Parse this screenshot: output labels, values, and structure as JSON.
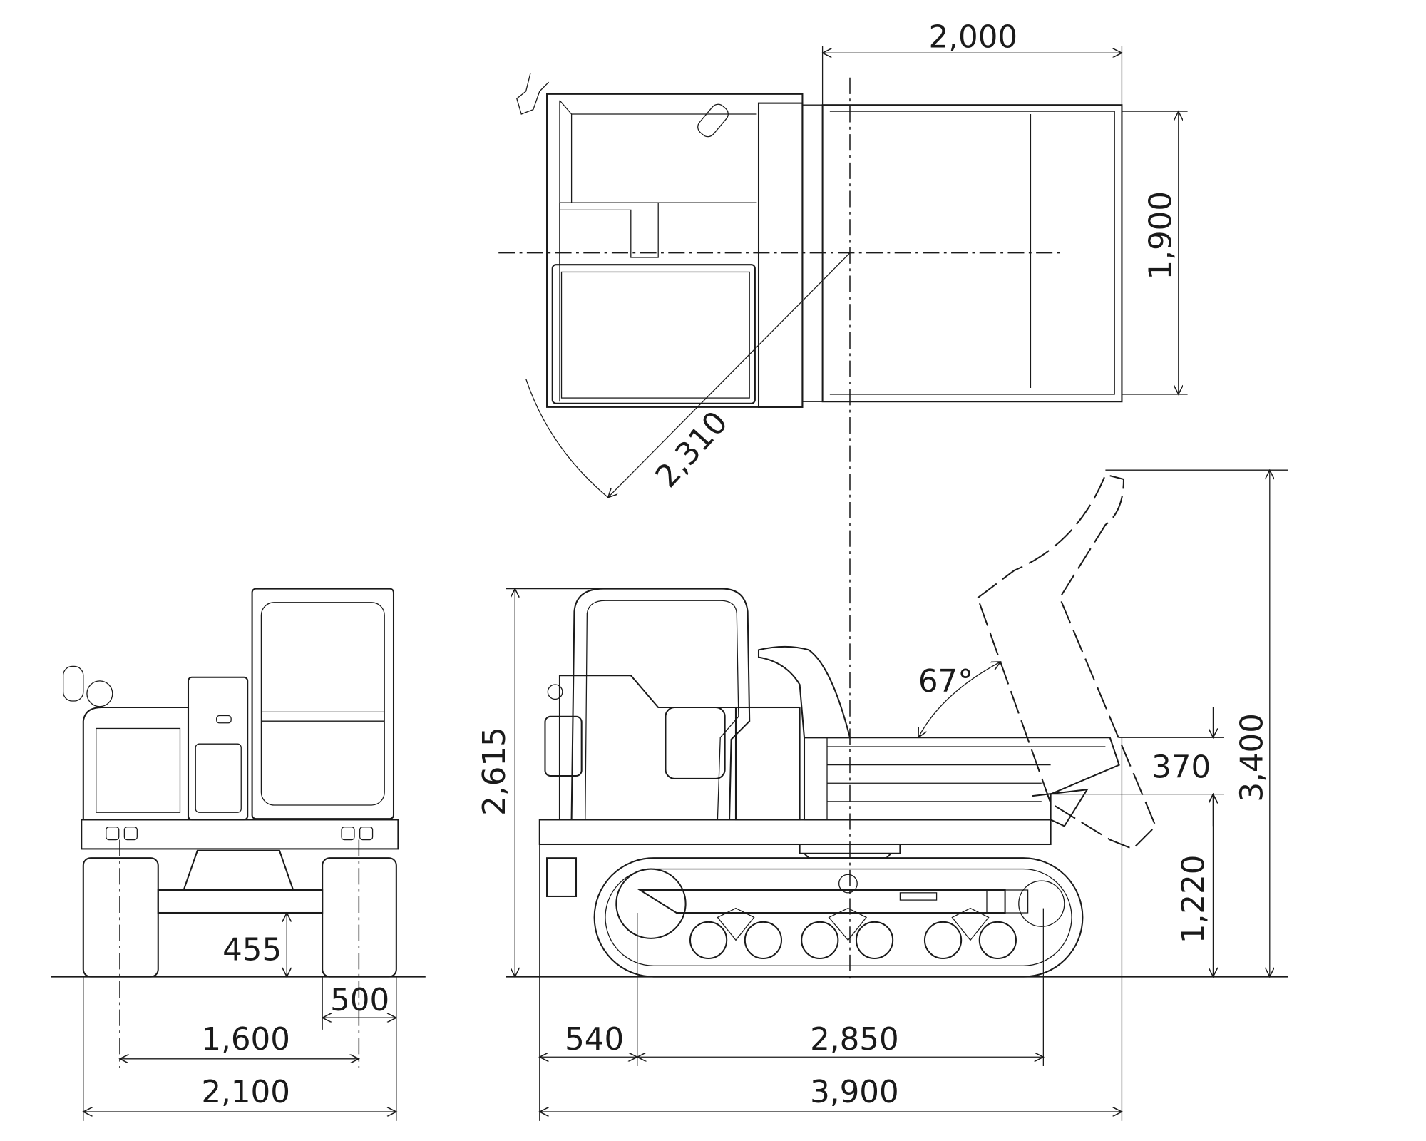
{
  "colors": {
    "line": "#1a1a1a",
    "background": "#ffffff"
  },
  "top_view": {
    "bed_width": "2,000",
    "bed_length": "1,900",
    "swing_radius": "2,310"
  },
  "side_view": {
    "overall_height": "2,615",
    "dump_angle": "67°",
    "bed_height_step": "370",
    "max_dump_height": "3,400",
    "bed_floor_height": "1,220",
    "front_overhang": "540",
    "track_length": "2,850",
    "overall_length": "3,900"
  },
  "front_view": {
    "ground_clearance": "455",
    "track_width": "500",
    "track_gauge": "1,600",
    "overall_width": "2,100"
  }
}
